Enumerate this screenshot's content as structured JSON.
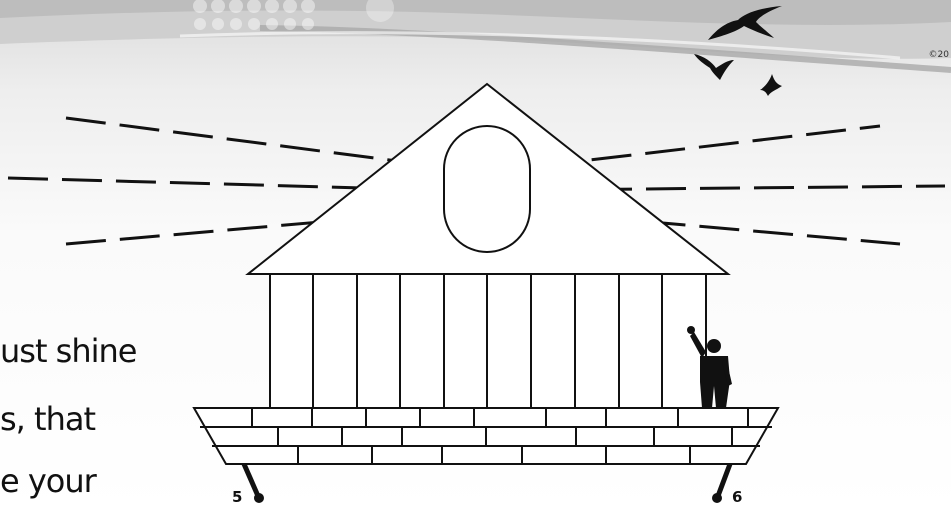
{
  "caption": {
    "line1": "ust shine",
    "line2": "s, that",
    "line3": "e your"
  },
  "corner_mark": "©20",
  "anchors": {
    "left": "5",
    "right": "6"
  },
  "colors": {
    "ink": "#111111",
    "banner": "#c8c8c8",
    "background": "#ffffff"
  }
}
